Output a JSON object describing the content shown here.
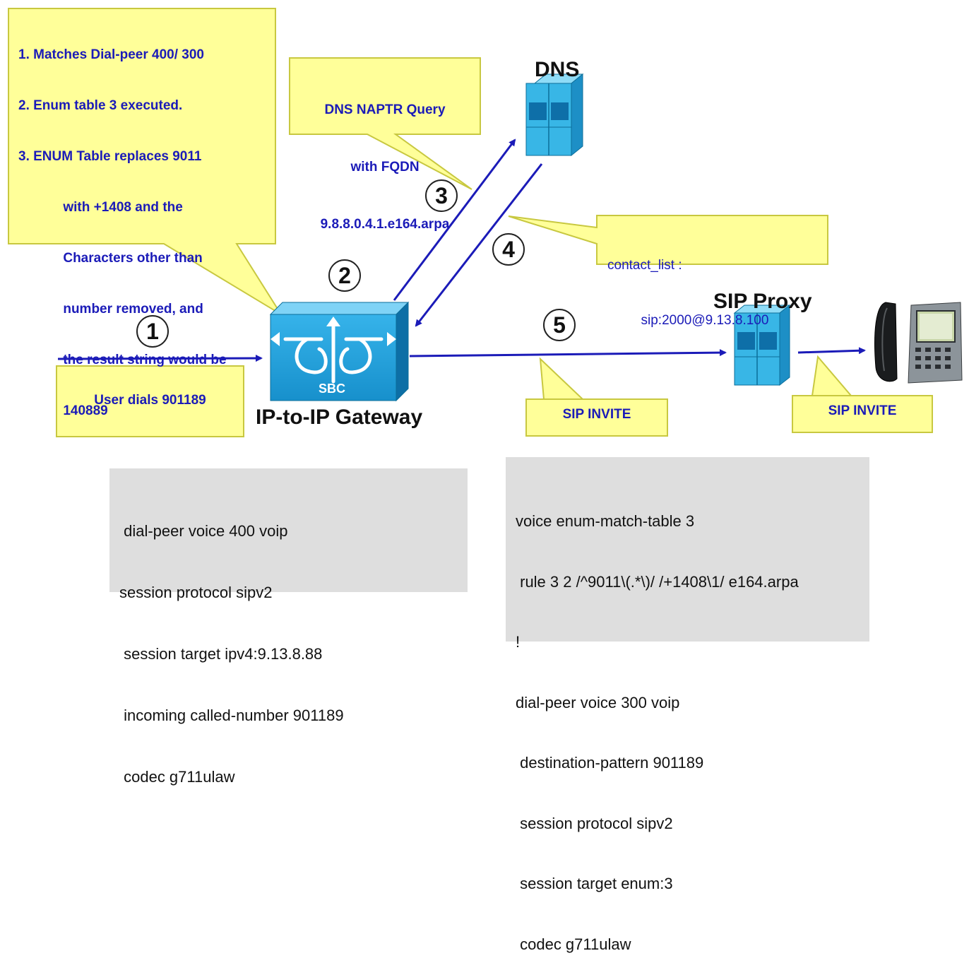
{
  "callouts": {
    "enum_steps": {
      "lines": [
        "1. Matches Dial-peer 400/ 300",
        "2. Enum table 3 executed.",
        "3. ENUM Table replaces 9011",
        "            with +1408 and the",
        "            Characters other than",
        "            number removed, and",
        "            the result string would be",
        "            140889"
      ]
    },
    "dns_query": {
      "lines": [
        "DNS NAPTR Query",
        "with FQDN",
        "9.8.8.0.4.1.e164.arpa"
      ]
    },
    "contact_list": {
      "lines": [
        "contact_list :",
        "         sip:2000@9.13.8.100"
      ]
    },
    "user_dials": "User dials 901189",
    "sip_invite_gateway": "SIP INVITE",
    "sip_invite_proxy": "SIP INVITE"
  },
  "nodes": {
    "dns": "DNS",
    "sip_proxy": "SIP Proxy",
    "gateway": "IP-to-IP Gateway",
    "sbc": "SBC"
  },
  "steps": [
    "1",
    "2",
    "3",
    "4",
    "5"
  ],
  "config_gateway": {
    "lines": [
      " dial-peer voice 400 voip",
      "session protocol sipv2",
      " session target ipv4:9.13.8.88",
      " incoming called-number 901189",
      " codec g711ulaw"
    ]
  },
  "config_enum": {
    "lines": [
      "voice enum-match-table 3",
      " rule 3 2 /^9011\\(.*\\)/ /+1408\\1/ e164.arpa",
      "!",
      "dial-peer voice 300 voip",
      " destination-pattern 901189",
      " session protocol sipv2",
      " session target enum:3",
      " codec g711ulaw"
    ]
  },
  "colors": {
    "callout_fill": "#ffff99",
    "callout_border": "#c8c840",
    "arrow": "#1b1bb8",
    "server_blue": "#38b6e6",
    "gateway_blue": "#1e9ad6",
    "config_bg": "#dedede"
  }
}
